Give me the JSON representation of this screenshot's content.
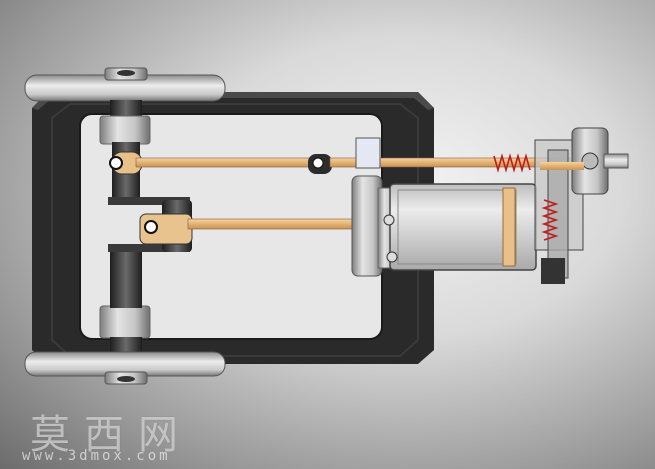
{
  "watermark": {
    "brand_cn": "莫西网",
    "url": "www.3dmox.com"
  },
  "colors": {
    "frame": "#2b2b2b",
    "frame_edge": "#3f3f3f",
    "plate": "#e9e9e9",
    "steel": "#b8b8b8",
    "rod": "#e8c08a",
    "spring": "#c21a1a"
  },
  "parts": [
    "frame",
    "flywheel-top",
    "flywheel-bottom",
    "crankshaft",
    "connecting-rods",
    "cylinder",
    "valve-assembly",
    "spring"
  ]
}
